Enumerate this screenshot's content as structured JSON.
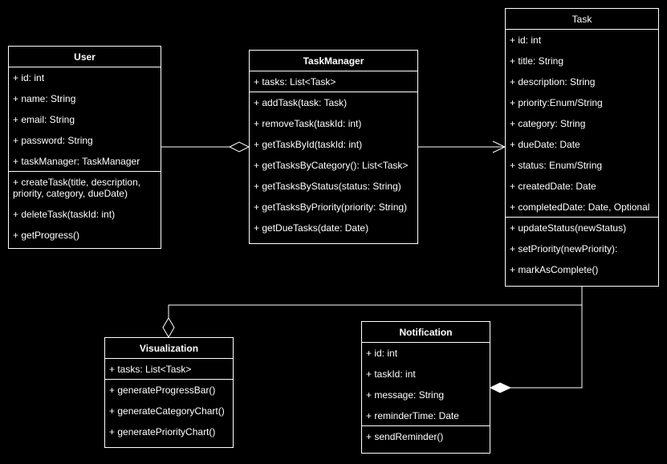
{
  "colors": {
    "background": "#000000",
    "stroke": "#ffffff"
  },
  "classes": {
    "user": {
      "name": "User",
      "attributes": [
        "+ id: int",
        "+ name: String",
        "+ email: String",
        "+ password: String",
        "+ taskManager: TaskManager"
      ],
      "methods": [
        "+ createTask(title, description, priority, category, dueDate)",
        "+ deleteTask(taskId: int)",
        "+ getProgress()"
      ]
    },
    "taskmanager": {
      "name": "TaskManager",
      "attributes": [
        "+ tasks: List<Task>"
      ],
      "methods": [
        "+ addTask(task: Task)",
        "+ removeTask(taskId: int)",
        "+ getTaskById(taskId: int)",
        "+ getTasksByCategory(): List<Task>",
        "+ getTasksByStatus(status: String)",
        "+ getTasksByPriority(priority: String)",
        "+ getDueTasks(date: Date)"
      ]
    },
    "task": {
      "name": "Task",
      "attributes": [
        "+ id: int",
        "+ title: String",
        "+ description: String",
        "+ priority:Enum/String",
        "+ category: String",
        "+ dueDate: Date",
        "+ status: Enum/String",
        "+ createdDate: Date",
        "+ completedDate: Date, Optional"
      ],
      "methods": [
        "+ updateStatus(newStatus)",
        "+ setPriority(newPriority):",
        "+ markAsComplete()"
      ]
    },
    "visualization": {
      "name": "Visualization",
      "attributes": [
        "+ tasks: List<Task>"
      ],
      "methods": [
        "+ generateProgressBar()",
        "+ generateCategoryChart()",
        "+ generatePriorityChart()"
      ]
    },
    "notification": {
      "name": "Notification",
      "attributes": [
        "+ id: int",
        "+ taskId: int",
        "+ message: String",
        "+ reminderTime: Date"
      ],
      "methods": [
        "+ sendReminder()"
      ]
    }
  },
  "relationships": [
    {
      "from": "user",
      "to": "taskmanager",
      "kind": "aggregation"
    },
    {
      "from": "taskmanager",
      "to": "task",
      "kind": "association"
    },
    {
      "from": "task",
      "to": "visualization",
      "kind": "aggregation"
    },
    {
      "from": "task",
      "to": "notification",
      "kind": "composition"
    }
  ]
}
